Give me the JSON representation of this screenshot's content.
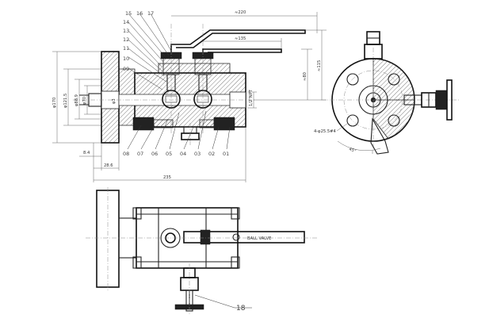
{
  "drawing": {
    "part_numbers_top": [
      "15",
      "16",
      "17",
      "14",
      "13",
      "12",
      "11",
      "10",
      "09"
    ],
    "part_numbers_bottom": [
      "08",
      "07",
      "06",
      "05",
      "04",
      "03",
      "02",
      "01"
    ],
    "part_number_plan": "18",
    "dimensions": {
      "top_overall": "≈220",
      "top_handle": "≈135",
      "right_height_1": "≈115",
      "right_height_2": "≈80",
      "left_d1": "φ170",
      "left_d2": "φ121.5",
      "left_d3": "φ88.9",
      "left_d4": "φ70",
      "center_small": "φ3",
      "center_small2": "1/2\"NPT",
      "bottom_1": "8.4",
      "bottom_2": "28.6",
      "bottom_overall": "235",
      "side_bolt": "4-φ25.5#4",
      "side_angle": "45°"
    },
    "plan_label": "BALL VALVE"
  }
}
